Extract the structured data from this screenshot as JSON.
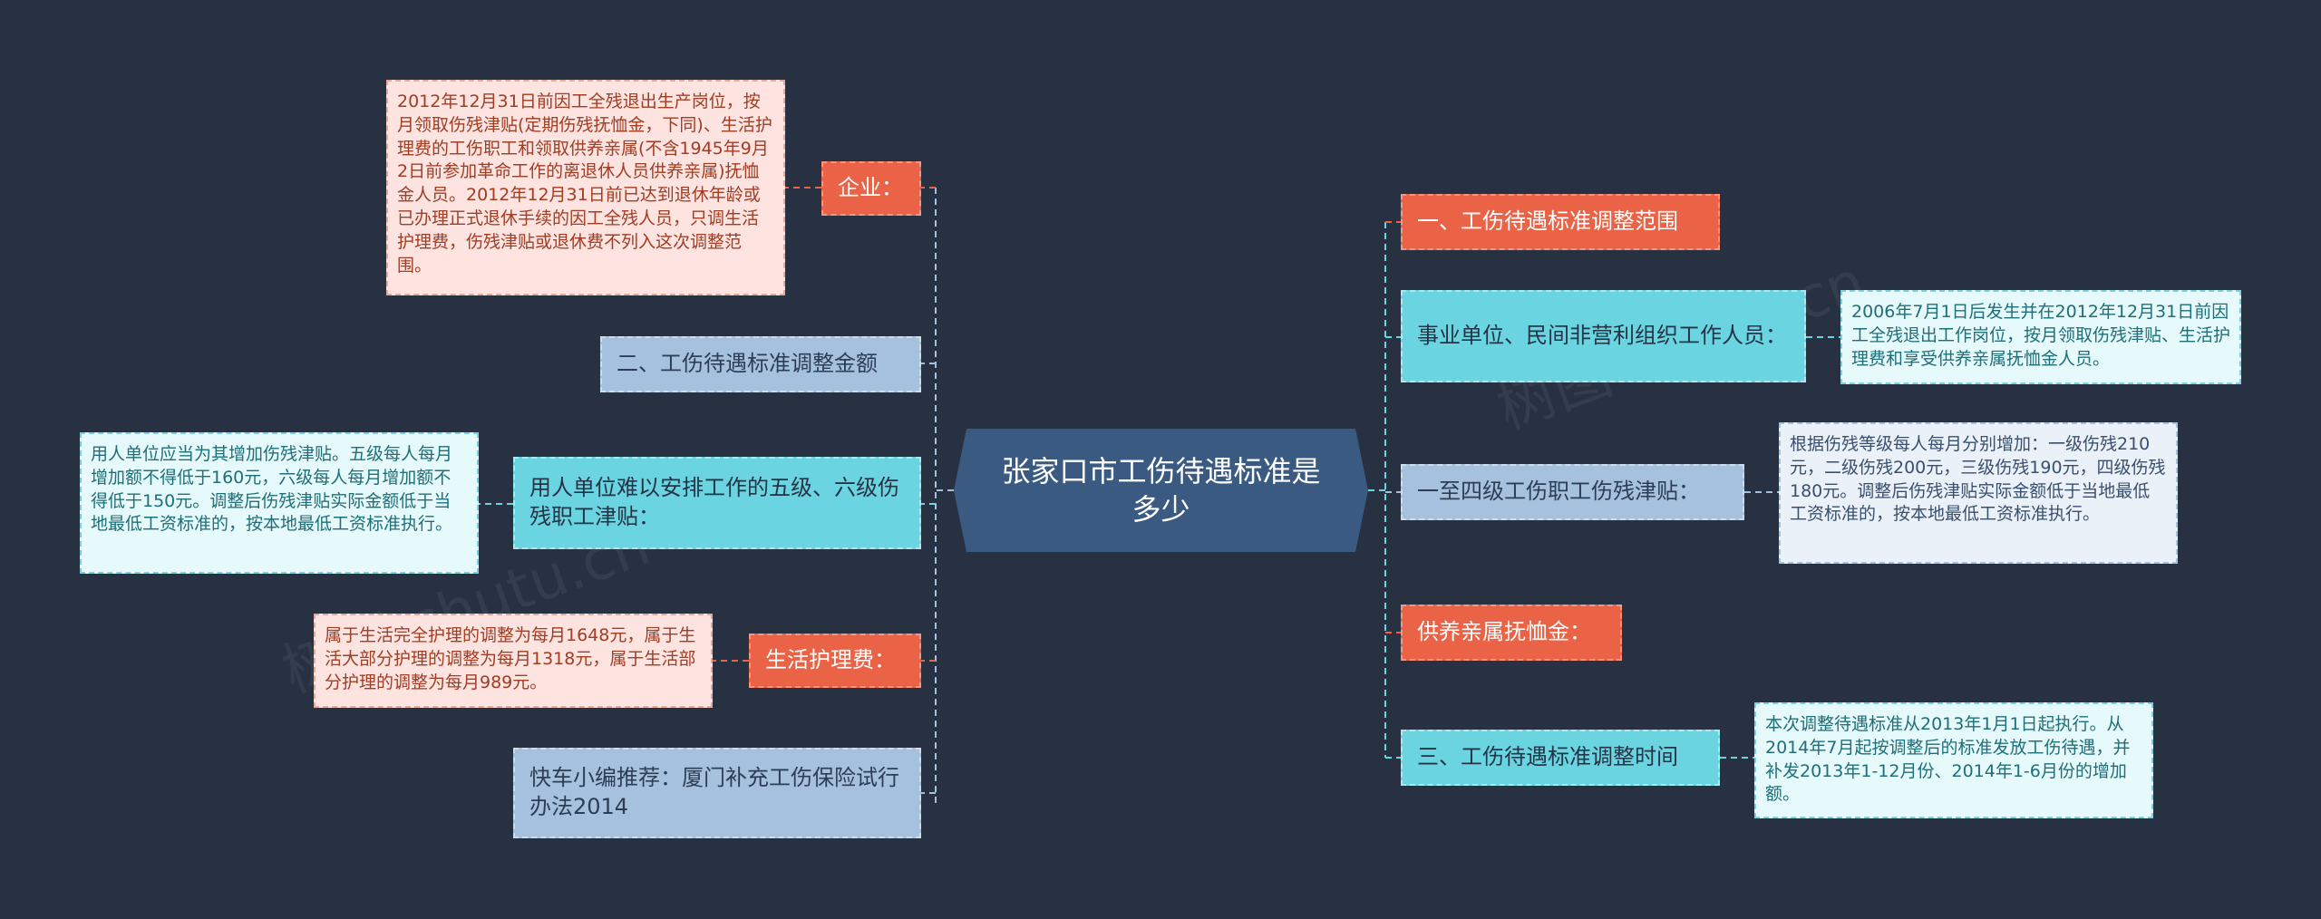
{
  "root": {
    "title": "张家口市工伤待遇标准是多少"
  },
  "left_branches": [
    {
      "label": "企业：",
      "leaf": "2012年12月31日前因工全残退出生产岗位，按月领取伤残津贴(定期伤残抚恤金，下同)、生活护理费的工伤职工和领取供养亲属(不含1945年9月2日前参加革命工作的离退休人员供养亲属)抚恤金人员。2012年12月31日前已达到退休年龄或已办理正式退休手续的因工全残人员，只调生活护理费，伤残津贴或退休费不列入这次调整范围。"
    },
    {
      "label": "二、工伤待遇标准调整金额"
    },
    {
      "label": "用人单位难以安排工作的五级、六级伤残职工津贴：",
      "leaf": "用人单位应当为其增加伤残津贴。五级每人每月增加额不得低于160元，六级每人每月增加额不得低于150元。调整后伤残津贴实际金额低于当地最低工资标准的，按本地最低工资标准执行。"
    },
    {
      "label": "生活护理费：",
      "leaf": "属于生活完全护理的调整为每月1648元，属于生活大部分护理的调整为每月1318元，属于生活部分护理的调整为每月989元。"
    },
    {
      "label": "快车小编推荐：厦门补充工伤保险试行办法2014"
    }
  ],
  "right_branches": [
    {
      "label": "一、工伤待遇标准调整范围"
    },
    {
      "label": "事业单位、民间非营利组织工作人员：",
      "leaf": "2006年7月1日后发生并在2012年12月31日前因工全残退出工作岗位，按月领取伤残津贴、生活护理费和享受供养亲属抚恤金人员。"
    },
    {
      "label": "一至四级工伤职工伤残津贴：",
      "leaf": "根据伤残等级每人每月分别增加：一级伤残210元，二级伤残200元，三级伤残190元，四级伤残180元。调整后伤残津贴实际金额低于当地最低工资标准的，按本地最低工资标准执行。"
    },
    {
      "label": "供养亲属抚恤金："
    },
    {
      "label": "三、工伤待遇标准调整时间",
      "leaf": "本次调整待遇标准从2013年1月1日起执行。从2014年7月起按调整后的标准发放工伤待遇，并补发2013年1-12月份、2014年1-6月份的增加额。"
    }
  ],
  "watermark": "树图 shutu.cn",
  "colors": {
    "background": "#283142",
    "root": "#3a5a82",
    "orange": "#ea6346",
    "steel": "#a6c1dd",
    "cyan": "#6ad5e1",
    "line_orange": "#ea6346",
    "line_cyan": "#6ad5e1",
    "line_steel": "#a6c1dd"
  }
}
